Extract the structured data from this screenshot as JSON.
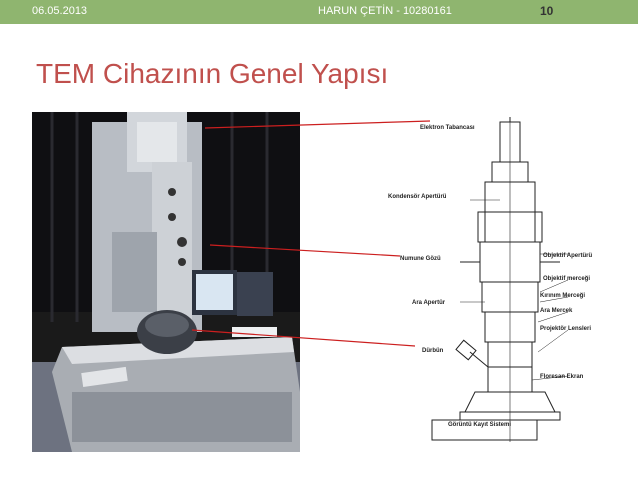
{
  "header": {
    "date": "06.05.2013",
    "author": "HARUN ÇETİN - 10280161",
    "page_number": "10"
  },
  "slide": {
    "title": "TEM Cihazının Genel Yapısı"
  },
  "diagram_labels": {
    "electron_gun": "Elektron Tabancası",
    "condenser_aperture": "Kondensör Apertürü",
    "specimen_chamber": "Numune Gözü",
    "objective_aperture": "Objektif Apertürü",
    "objective_lens": "Objektif merceği",
    "diffraction_lens": "Kırınım Merceği",
    "intermediate_aperture": "Ara Apertür",
    "intermediate_lens": "Ara Mercek",
    "projector_lenses": "Projektör Lensleri",
    "binocular": "Dürbün",
    "fluorescent_screen": "Floresan Ekran",
    "imaging_system": "Görüntü Kayıt Sistemi"
  },
  "colors": {
    "header_bar": "#8fb56f",
    "title": "#c0504d",
    "callout_line": "#cc1f1f"
  }
}
